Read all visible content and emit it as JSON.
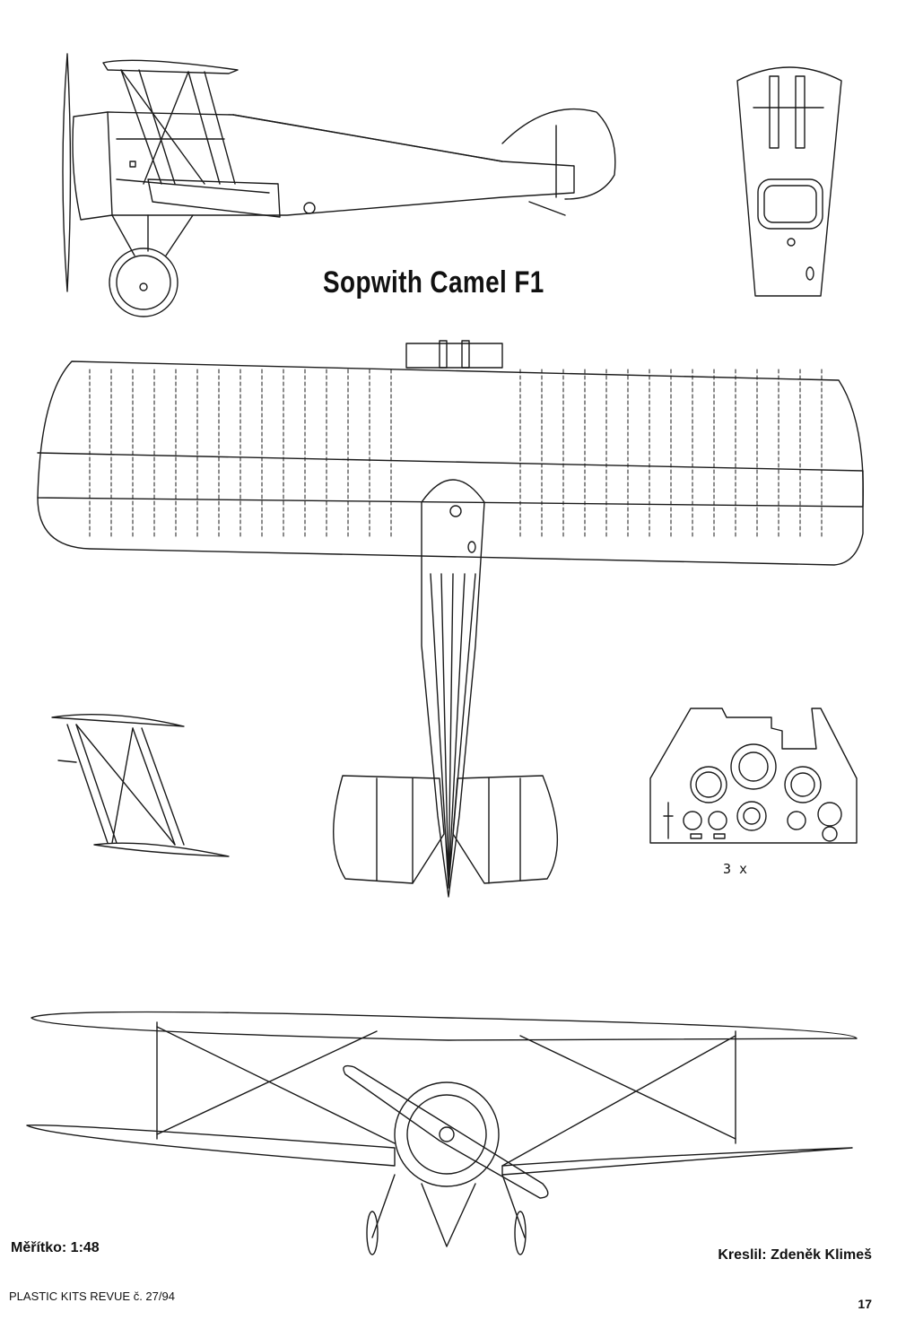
{
  "title": "Sopwith Camel F1",
  "scale": "Měřítko: 1:48",
  "author": "Kreslil: Zdeněk Klimeš",
  "footer": "PLASTIC KITS REVUE č. 27/94",
  "page_number": "17",
  "instrument_multiplier": "3 x",
  "colors": {
    "line": "#1a1a1a",
    "ghost": "#c9dbe8",
    "paper": "#ffffff"
  }
}
